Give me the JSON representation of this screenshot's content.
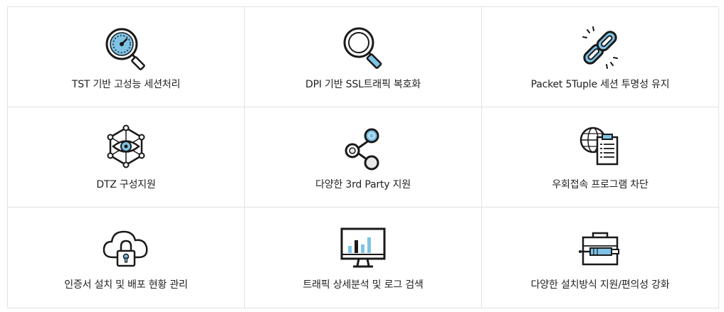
{
  "colors": {
    "accent": "#7ec3e6",
    "stroke": "#1a1a1a",
    "border": "#e2e2e2"
  },
  "features": [
    {
      "label": "TST 기반 고성능 세션처리",
      "icon": "speedometer-magnifier-icon"
    },
    {
      "label": "DPI 기반 SSL트래픽 복호화",
      "icon": "magnifier-icon"
    },
    {
      "label": "Packet 5Tuple 세션 투명성 유지",
      "icon": "chain-link-icon"
    },
    {
      "label": "DTZ 구성지원",
      "icon": "eye-hexagon-network-icon"
    },
    {
      "label": "다양한 3rd Party 지원",
      "icon": "share-nodes-icon"
    },
    {
      "label": "우회접속 프로그램 차단",
      "icon": "globe-document-icon"
    },
    {
      "label": "인증서 설치 및 배포 현황 관리",
      "icon": "cloud-lock-icon"
    },
    {
      "label": "트래픽 상세분석 및 로그 검색",
      "icon": "monitor-chart-icon"
    },
    {
      "label": "다양한 설치방식 지원/편의성 강화",
      "icon": "toolbox-icon"
    }
  ]
}
